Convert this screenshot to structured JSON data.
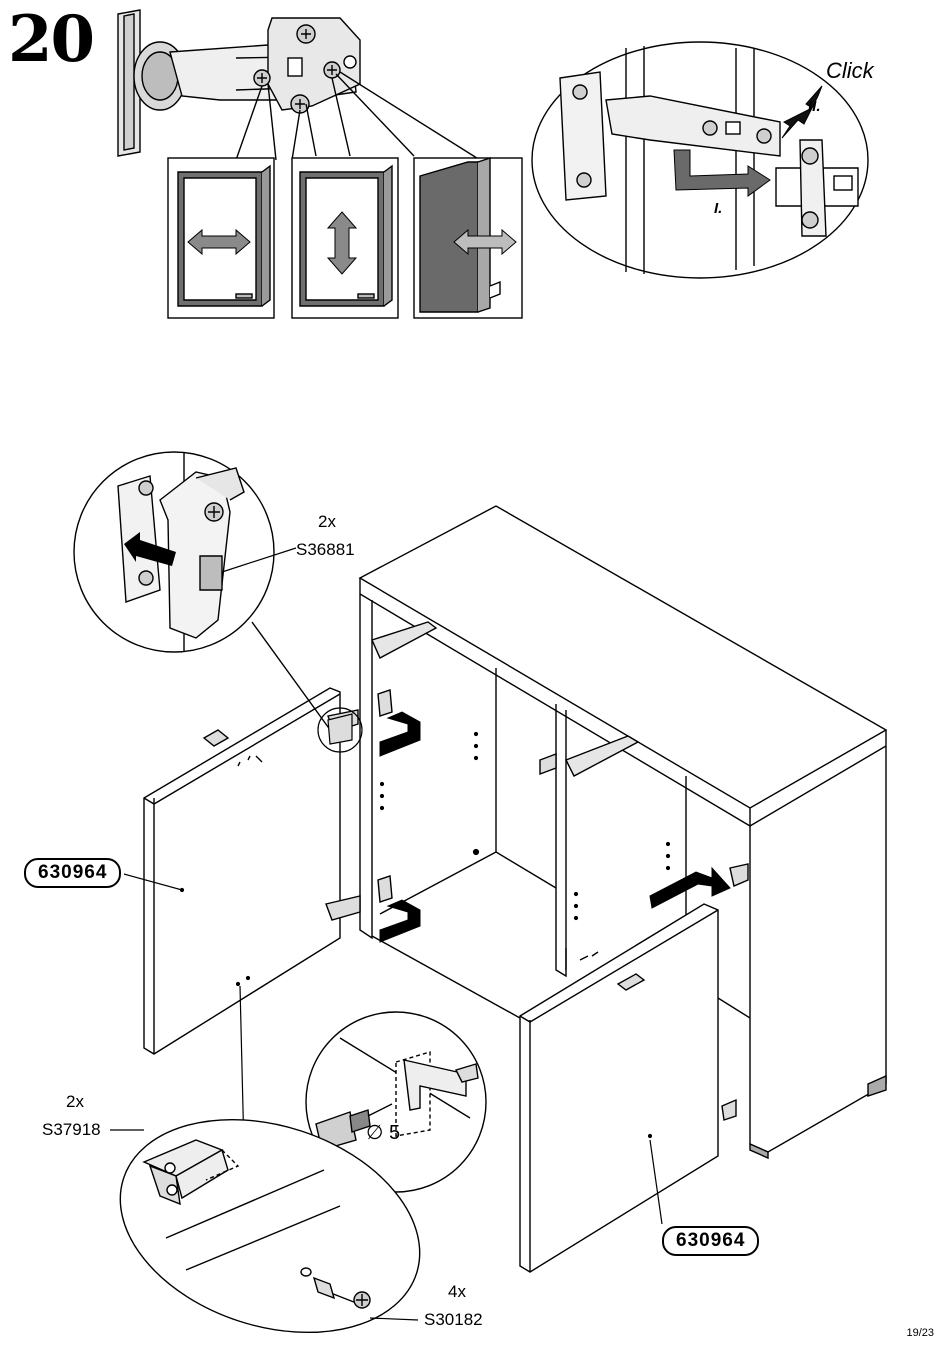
{
  "step": "20",
  "click_label": "Click",
  "step_i": "I.",
  "step_ii": "II.",
  "top_hinge_label": {
    "qty": "2x",
    "code": "S36881"
  },
  "bottom_part_label": {
    "qty": "2x",
    "code": "S37918"
  },
  "screw_label": {
    "qty": "4x",
    "code": "S30182"
  },
  "drill_label": "∅ 5",
  "door_left": "630964",
  "door_right": "630964",
  "page": "19/23",
  "icons": [
    "hinge-side-adjust-icon",
    "hinge-height-adjust-icon",
    "hinge-depth-adjust-icon"
  ]
}
